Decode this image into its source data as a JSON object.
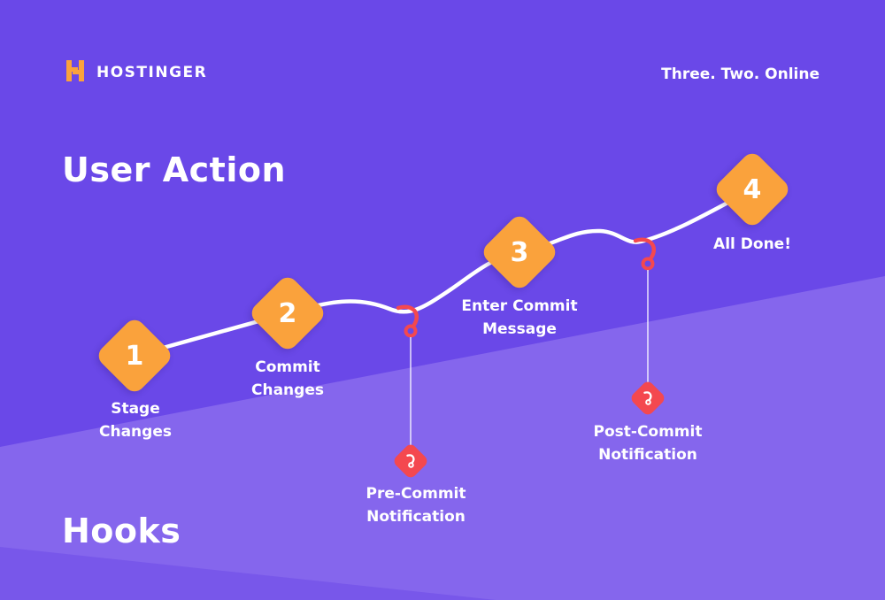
{
  "brand": {
    "name": "HOSTINGER",
    "tagline": "Three. Two. Online"
  },
  "headings": {
    "user_action": "User Action",
    "hooks": "Hooks"
  },
  "steps": [
    {
      "number": "1",
      "label": "Stage Changes"
    },
    {
      "number": "2",
      "label": "Commit Changes"
    },
    {
      "number": "3",
      "label": "Enter Commit Message"
    },
    {
      "number": "4",
      "label": "All Done!"
    }
  ],
  "hook_events": [
    {
      "label": "Pre-Commit Notification"
    },
    {
      "label": "Post-Commit Notification"
    }
  ],
  "icons": {
    "logo": "hostinger-h-logo",
    "hook": "git-hook-icon",
    "hook_badge": "hook-diamond-badge"
  },
  "colors": {
    "background": "#6A48E8",
    "band_light": "#8566ED",
    "band_mid": "#7857EA",
    "accent_orange": "#FAA23C",
    "accent_red": "#F4484F",
    "timeline_line": "#FFFFFF",
    "text": "#FFFFFF"
  }
}
